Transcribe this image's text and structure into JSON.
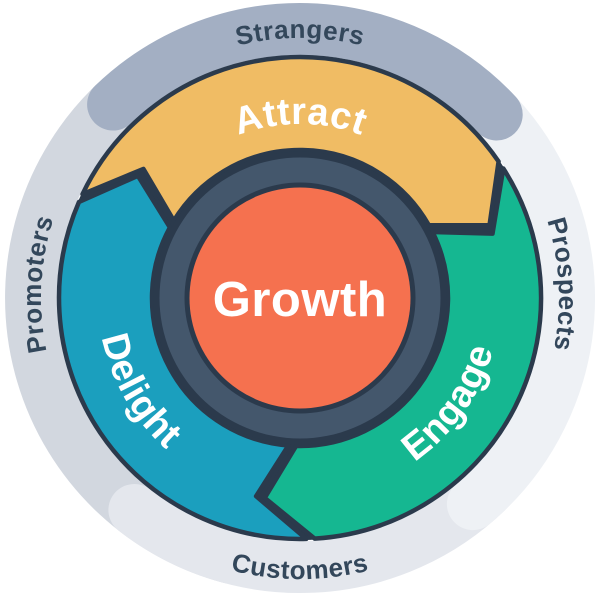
{
  "flywheel": {
    "center_label": "Growth",
    "segments": [
      {
        "id": "attract",
        "label": "Attract",
        "color": "#f0bc64"
      },
      {
        "id": "engage",
        "label": "Engage",
        "color": "#15b791"
      },
      {
        "id": "delight",
        "label": "Delight",
        "color": "#1b9fbe"
      }
    ],
    "audience_labels": [
      {
        "id": "strangers",
        "label": "Strangers",
        "position": "top"
      },
      {
        "id": "prospects",
        "label": "Prospects",
        "position": "right"
      },
      {
        "id": "customers",
        "label": "Customers",
        "position": "bottom"
      },
      {
        "id": "promoters",
        "label": "Promoters",
        "position": "left"
      }
    ],
    "colors": {
      "center_fill": "#f5714f",
      "hub_ring": "#44576c",
      "outline": "#2b3a4c",
      "label_text": "#33475b",
      "segment_text": "#ffffff",
      "ring_top": "#a3afc3",
      "ring_right": "#eef1f5",
      "ring_bottom": "#e4e7ed",
      "ring_left": "#d2d7df",
      "background": "#ffffff"
    }
  }
}
